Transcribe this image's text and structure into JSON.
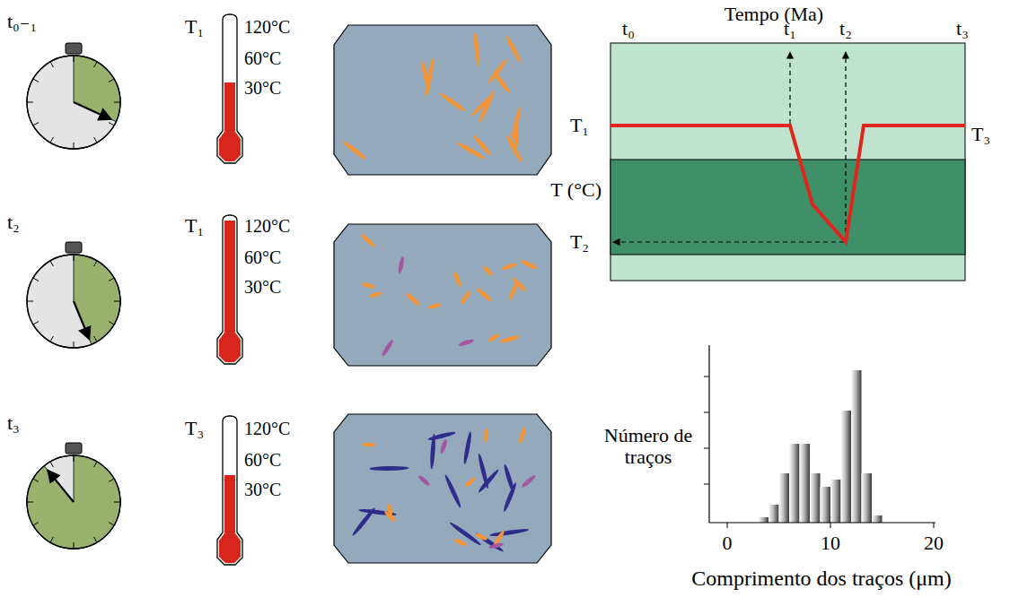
{
  "diagram": {
    "labels": [
      "t₀₋₁",
      "T₁",
      "120°C",
      "60°C",
      "30°C",
      "t₂",
      "T₁",
      "120°C",
      "60°C",
      "30°C",
      "t₃",
      "T₃",
      "120°C",
      "60°C",
      "30°C",
      "Tempo (Ma)",
      "t₀",
      "t₁",
      "t₂",
      "t₃",
      "T₁",
      "T (°C)",
      "T₂",
      "T₃",
      "Número de traços",
      "0",
      "10",
      "20",
      "Comprimento dos traços (μm)"
    ]
  }
}
